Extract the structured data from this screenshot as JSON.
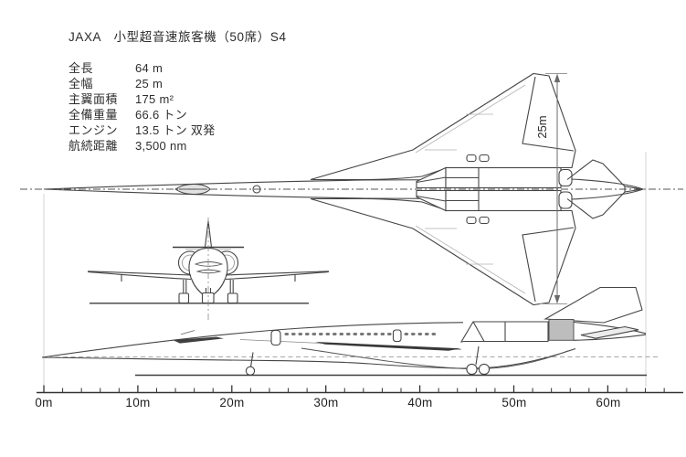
{
  "header": {
    "title": "JAXA　小型超音速旅客機（50席）S4"
  },
  "specs": {
    "rows": [
      {
        "label": "全長",
        "value": "64 m"
      },
      {
        "label": "全幅",
        "value": "25 m"
      },
      {
        "label": "主翼面積",
        "value": "175 m²"
      },
      {
        "label": "全備重量",
        "value": "66.6 トン"
      },
      {
        "label": "エンジン",
        "value": "13.5 トン 双発"
      },
      {
        "label": "航続距離",
        "value": "3,500 nm"
      }
    ]
  },
  "dimension": {
    "span_label": "25m"
  },
  "scale": {
    "unit_labels": [
      "0m",
      "10m",
      "20m",
      "30m",
      "40m",
      "50m",
      "60m"
    ],
    "tick_interval_m": 2,
    "major_interval_m": 10
  },
  "colors": {
    "line": "#454545",
    "light_line": "#b3b3b3",
    "exhaust_fill": "#bdbdbd",
    "canopy_fill": "#e2e2e2",
    "background": "#ffffff"
  }
}
